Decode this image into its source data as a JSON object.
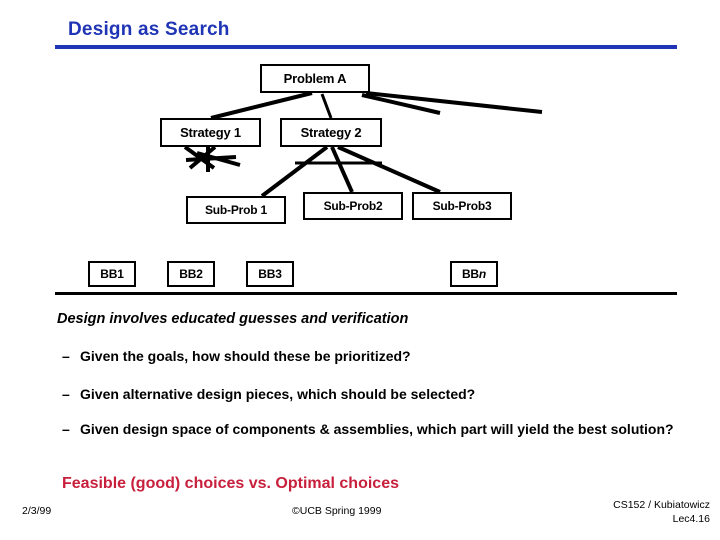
{
  "slide": {
    "title": "Design as Search",
    "accent_color": "#1F35B5",
    "highlight_color": "#C8203C"
  },
  "diagram": {
    "nodes": {
      "problem_a": "Problem A",
      "strategy_1": "Strategy 1",
      "strategy_2": "Strategy 2",
      "subprob_1": "Sub-Prob 1",
      "subprob_2": "Sub-Prob2",
      "subprob_3": "Sub-Prob3",
      "bb1": "BB1",
      "bb2": "BB2",
      "bb3": "BB3",
      "bbn_prefix": "BB",
      "bbn_suffix": "n"
    }
  },
  "body": {
    "lead": "Design involves educated guesses and verification",
    "bullet_marker": "–",
    "bullets": [
      "Given the goals, how should these be prioritized?",
      "Given alternative design pieces, which should be selected?",
      "Given design space of components & assemblies, which part will yield the best solution?"
    ],
    "feasible": "Feasible  (good) choices vs. Optimal choices"
  },
  "footer": {
    "date": "2/3/99",
    "center": "©UCB Spring 1999",
    "course": "CS152 / Kubiatowicz",
    "lecture": "Lec4.16"
  }
}
